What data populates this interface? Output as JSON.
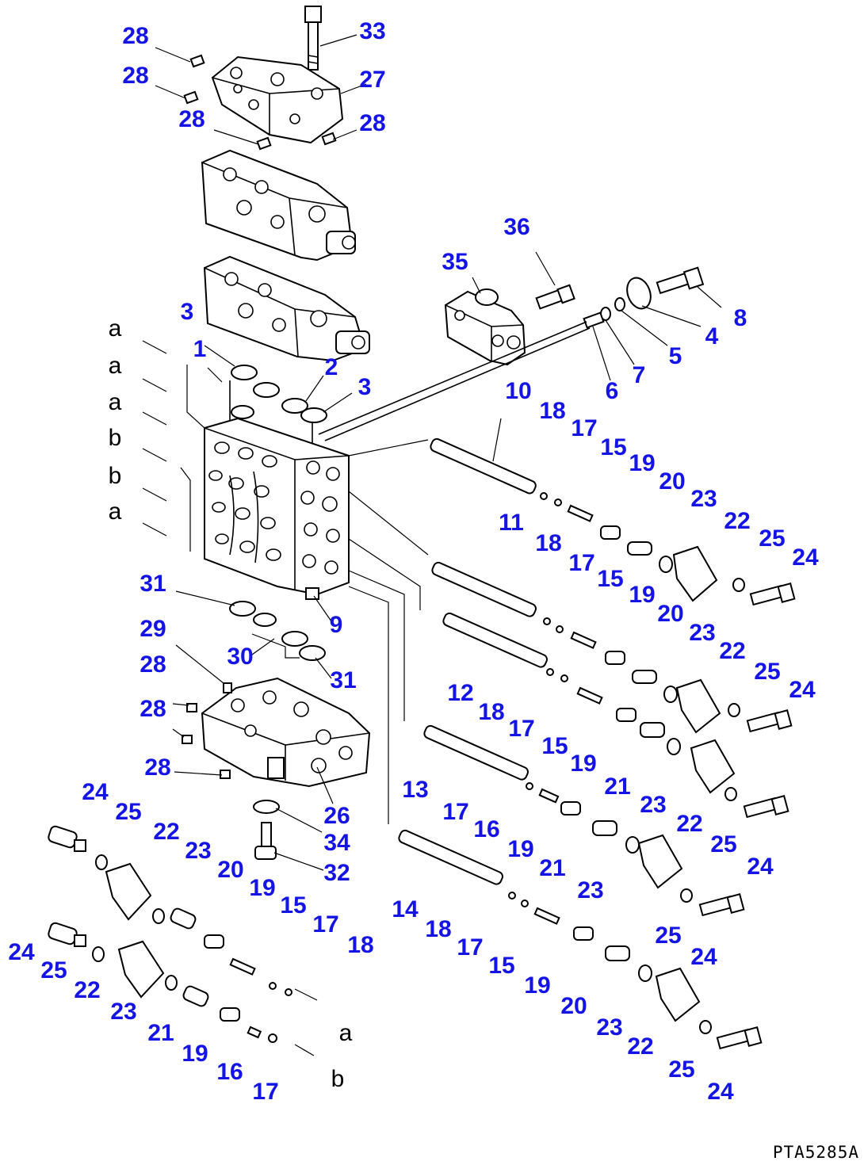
{
  "diagram": {
    "doc_code": "PTA5285A",
    "callout_color": "#1414e6",
    "callouts": [
      {
        "id": "c1",
        "text": "28"
      },
      {
        "id": "c2",
        "text": "33"
      },
      {
        "id": "c3",
        "text": "28"
      },
      {
        "id": "c4",
        "text": "27"
      },
      {
        "id": "c5",
        "text": "28"
      },
      {
        "id": "c6",
        "text": "28"
      },
      {
        "id": "c7",
        "text": "36"
      },
      {
        "id": "c8",
        "text": "35"
      },
      {
        "id": "c9",
        "text": "8"
      },
      {
        "id": "c10",
        "text": "3"
      },
      {
        "id": "c11",
        "text": "4"
      },
      {
        "id": "c12",
        "text": "1"
      },
      {
        "id": "c13",
        "text": "5"
      },
      {
        "id": "c14",
        "text": "2"
      },
      {
        "id": "c15",
        "text": "7"
      },
      {
        "id": "c16",
        "text": "3"
      },
      {
        "id": "c17",
        "text": "6"
      },
      {
        "id": "c18",
        "text": "10"
      },
      {
        "id": "c19",
        "text": "18"
      },
      {
        "id": "c20",
        "text": "17"
      },
      {
        "id": "c21",
        "text": "15"
      },
      {
        "id": "c22",
        "text": "19"
      },
      {
        "id": "c23",
        "text": "20"
      },
      {
        "id": "c24",
        "text": "23"
      },
      {
        "id": "c25",
        "text": "22"
      },
      {
        "id": "c26",
        "text": "25"
      },
      {
        "id": "c27",
        "text": "24"
      },
      {
        "id": "c28",
        "text": "11"
      },
      {
        "id": "c29",
        "text": "18"
      },
      {
        "id": "c30",
        "text": "17"
      },
      {
        "id": "c31",
        "text": "15"
      },
      {
        "id": "c32",
        "text": "31"
      },
      {
        "id": "c33",
        "text": "19"
      },
      {
        "id": "c34",
        "text": "20"
      },
      {
        "id": "c35",
        "text": "23"
      },
      {
        "id": "c36",
        "text": "29"
      },
      {
        "id": "c37",
        "text": "9"
      },
      {
        "id": "c38",
        "text": "22"
      },
      {
        "id": "c39",
        "text": "28"
      },
      {
        "id": "c40",
        "text": "30"
      },
      {
        "id": "c41",
        "text": "25"
      },
      {
        "id": "c42",
        "text": "31"
      },
      {
        "id": "c43",
        "text": "12"
      },
      {
        "id": "c44",
        "text": "24"
      },
      {
        "id": "c45",
        "text": "28"
      },
      {
        "id": "c46",
        "text": "18"
      },
      {
        "id": "c47",
        "text": "17"
      },
      {
        "id": "c48",
        "text": "15"
      },
      {
        "id": "c49",
        "text": "19"
      },
      {
        "id": "c50",
        "text": "28"
      },
      {
        "id": "c51",
        "text": "21"
      },
      {
        "id": "c52",
        "text": "13"
      },
      {
        "id": "c53",
        "text": "24"
      },
      {
        "id": "c54",
        "text": "23"
      },
      {
        "id": "c55",
        "text": "26"
      },
      {
        "id": "c56",
        "text": "25"
      },
      {
        "id": "c57",
        "text": "17"
      },
      {
        "id": "c58",
        "text": "16"
      },
      {
        "id": "c59",
        "text": "22"
      },
      {
        "id": "c60",
        "text": "34"
      },
      {
        "id": "c61",
        "text": "23"
      },
      {
        "id": "c62",
        "text": "19"
      },
      {
        "id": "c63",
        "text": "21"
      },
      {
        "id": "c64",
        "text": "25"
      },
      {
        "id": "c65",
        "text": "24"
      },
      {
        "id": "c66",
        "text": "32"
      },
      {
        "id": "c67",
        "text": "20"
      },
      {
        "id": "c68",
        "text": "19"
      },
      {
        "id": "c69",
        "text": "23"
      },
      {
        "id": "c70",
        "text": "22"
      },
      {
        "id": "c71",
        "text": "15"
      },
      {
        "id": "c72",
        "text": "14"
      },
      {
        "id": "c73",
        "text": "17"
      },
      {
        "id": "c74",
        "text": "18"
      },
      {
        "id": "c75",
        "text": "18"
      },
      {
        "id": "c76",
        "text": "25"
      },
      {
        "id": "c77",
        "text": "24"
      },
      {
        "id": "c78",
        "text": "24"
      },
      {
        "id": "c79",
        "text": "25"
      },
      {
        "id": "c80",
        "text": "22"
      },
      {
        "id": "c81",
        "text": "23"
      },
      {
        "id": "c82",
        "text": "17"
      },
      {
        "id": "c83",
        "text": "15"
      },
      {
        "id": "c84",
        "text": "19"
      },
      {
        "id": "c85",
        "text": "20"
      },
      {
        "id": "c86",
        "text": "23"
      },
      {
        "id": "c87",
        "text": "22"
      },
      {
        "id": "c88",
        "text": "21"
      },
      {
        "id": "c89",
        "text": "19"
      },
      {
        "id": "c90",
        "text": "16"
      },
      {
        "id": "c91",
        "text": "17"
      },
      {
        "id": "c92",
        "text": "25"
      },
      {
        "id": "c93",
        "text": "24"
      }
    ],
    "markers": [
      {
        "id": "m1",
        "text": "a"
      },
      {
        "id": "m2",
        "text": "a"
      },
      {
        "id": "m3",
        "text": "a"
      },
      {
        "id": "m4",
        "text": "b"
      },
      {
        "id": "m5",
        "text": "b"
      },
      {
        "id": "m6",
        "text": "a"
      },
      {
        "id": "m7",
        "text": "a"
      },
      {
        "id": "m8",
        "text": "b"
      }
    ]
  }
}
